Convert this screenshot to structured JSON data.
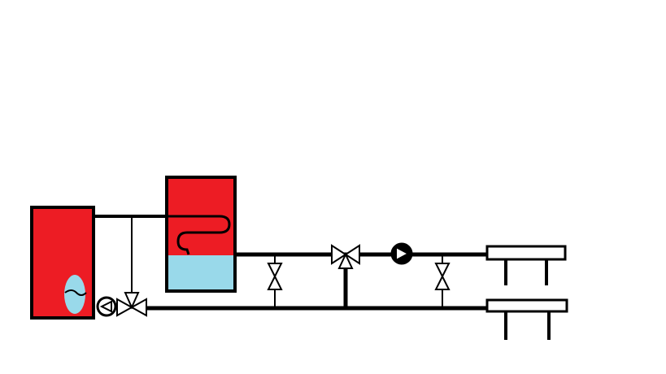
{
  "colors": {
    "background": "#ffffff",
    "pipe": "#000000",
    "tank_hot": "#ed1c24",
    "tank_cold": "#99d9ea",
    "fitting_fill": "#ffffff"
  },
  "components": [
    {
      "name": "boiler",
      "icon": "boiler-icon"
    },
    {
      "name": "boiler-sight-glass",
      "icon": "gauge-icon"
    },
    {
      "name": "buffer-tank",
      "icon": "tank-icon"
    },
    {
      "name": "buffer-tank-coil",
      "icon": "coil-icon"
    },
    {
      "name": "return-pump",
      "icon": "pump-icon"
    },
    {
      "name": "return-mixing-valve",
      "icon": "three-way-valve-icon"
    },
    {
      "name": "bypass-valve-1",
      "icon": "valve-icon"
    },
    {
      "name": "mixing-valve",
      "icon": "three-way-valve-icon"
    },
    {
      "name": "circulation-pump",
      "icon": "pump-icon"
    },
    {
      "name": "bypass-valve-2",
      "icon": "valve-icon"
    },
    {
      "name": "supply-manifold",
      "icon": "manifold-icon"
    },
    {
      "name": "return-manifold",
      "icon": "manifold-icon"
    }
  ]
}
